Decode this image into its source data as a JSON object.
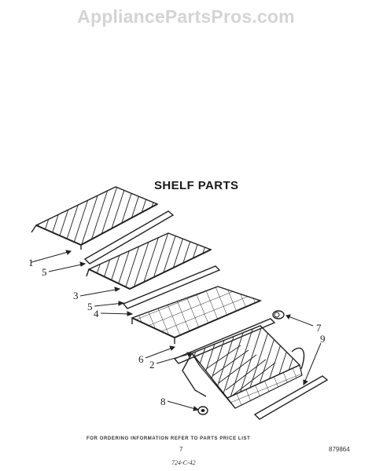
{
  "watermark": "AppliancePartsPros.com",
  "title": "SHELF PARTS",
  "callouts": {
    "c1": "1",
    "c5a": "5",
    "c3": "3",
    "c5b": "5",
    "c4": "4",
    "c7": "7",
    "c9": "9",
    "c6": "6",
    "c2": "2",
    "c8": "8"
  },
  "footer": {
    "ordering_note": "FOR ORDERING INFORMATION REFER TO PARTS PRICE LIST",
    "page_number": "7",
    "part_number": "879864",
    "handwritten_code": "724-C-42"
  }
}
